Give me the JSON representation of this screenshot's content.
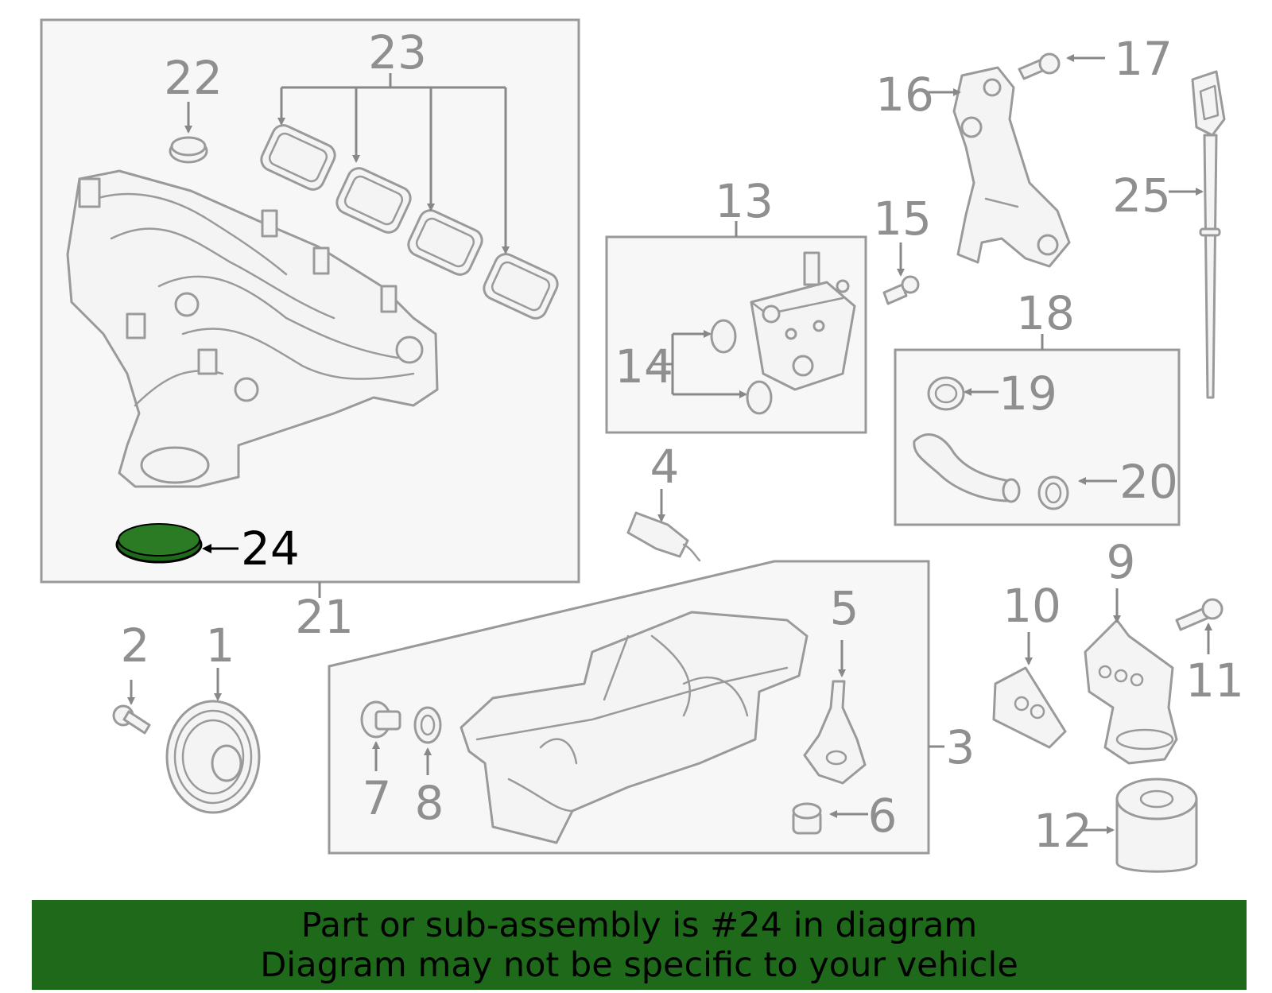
{
  "highlight": {
    "part": "24",
    "color": "#1f6a1a"
  },
  "callouts": {
    "c1": "1",
    "c2": "2",
    "c3": "3",
    "c4": "4",
    "c5": "5",
    "c6": "6",
    "c7": "7",
    "c8": "8",
    "c9": "9",
    "c10": "10",
    "c11": "11",
    "c12": "12",
    "c13": "13",
    "c14": "14",
    "c15": "15",
    "c16": "16",
    "c17": "17",
    "c18": "18",
    "c19": "19",
    "c20": "20",
    "c21": "21",
    "c22": "22",
    "c23": "23",
    "c24": "24",
    "c25": "25"
  },
  "banner": {
    "line1": "Part or sub-assembly is #24 in diagram",
    "line2": "Diagram may not be specific to your vehicle"
  }
}
